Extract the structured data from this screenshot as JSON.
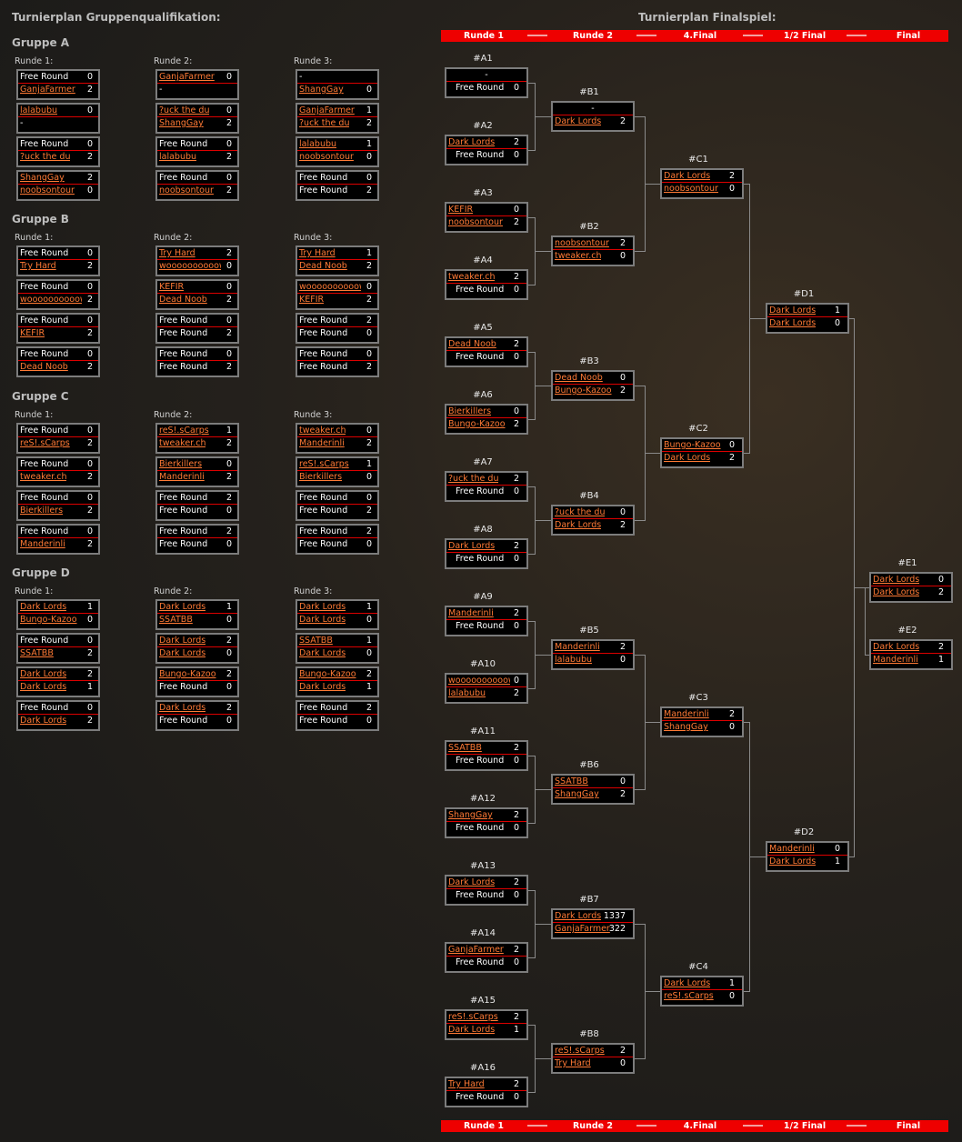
{
  "group_title": "Turnierplan Gruppenqualifikation:",
  "final_title": "Turnierplan Finalspiel:",
  "round_labels": [
    "Runde 1:",
    "Runde 2:",
    "Runde 3:"
  ],
  "stage_bar": [
    "Runde 1",
    "Runde 2",
    "4.Final",
    "1/2 Final",
    "Final"
  ],
  "groups": [
    {
      "name": "Gruppe A",
      "rounds": [
        [
          [
            [
              "Free Round",
              "0"
            ],
            [
              "GanjaFarmer",
              "2"
            ]
          ],
          [
            [
              "lalabubu",
              "0"
            ],
            [
              "-",
              ""
            ]
          ],
          [
            [
              "Free Round",
              "0"
            ],
            [
              "?uck the du",
              "2"
            ]
          ],
          [
            [
              "ShangGay",
              "2"
            ],
            [
              "noobsontour",
              "0"
            ]
          ]
        ],
        [
          [
            [
              "GanjaFarmer",
              "0"
            ],
            [
              "-",
              ""
            ]
          ],
          [
            [
              "?uck the du",
              "0"
            ],
            [
              "ShangGay",
              "2"
            ]
          ],
          [
            [
              "Free Round",
              "0"
            ],
            [
              "lalabubu",
              "2"
            ]
          ],
          [
            [
              "Free Round",
              "0"
            ],
            [
              "noobsontour",
              "2"
            ]
          ]
        ],
        [
          [
            [
              "-",
              ""
            ],
            [
              "ShangGay",
              "0"
            ]
          ],
          [
            [
              "GanjaFarmer",
              "1"
            ],
            [
              "?uck the du",
              "2"
            ]
          ],
          [
            [
              "lalabubu",
              "1"
            ],
            [
              "noobsontour",
              "0"
            ]
          ],
          [
            [
              "Free Round",
              "0"
            ],
            [
              "Free Round",
              "2"
            ]
          ]
        ]
      ]
    },
    {
      "name": "Gruppe B",
      "rounds": [
        [
          [
            [
              "Free Round",
              "0"
            ],
            [
              "Try Hard",
              "2"
            ]
          ],
          [
            [
              "Free Round",
              "0"
            ],
            [
              "woooooooooow",
              "2"
            ]
          ],
          [
            [
              "Free Round",
              "0"
            ],
            [
              "KEFIR",
              "2"
            ]
          ],
          [
            [
              "Free Round",
              "0"
            ],
            [
              "Dead Noob",
              "2"
            ]
          ]
        ],
        [
          [
            [
              "Try Hard",
              "2"
            ],
            [
              "woooooooooow",
              "0"
            ]
          ],
          [
            [
              "KEFIR",
              "0"
            ],
            [
              "Dead Noob",
              "2"
            ]
          ],
          [
            [
              "Free Round",
              "0"
            ],
            [
              "Free Round",
              "2"
            ]
          ],
          [
            [
              "Free Round",
              "0"
            ],
            [
              "Free Round",
              "2"
            ]
          ]
        ],
        [
          [
            [
              "Try Hard",
              "1"
            ],
            [
              "Dead Noob",
              "2"
            ]
          ],
          [
            [
              "woooooooooow",
              "0"
            ],
            [
              "KEFIR",
              "2"
            ]
          ],
          [
            [
              "Free Round",
              "2"
            ],
            [
              "Free Round",
              "0"
            ]
          ],
          [
            [
              "Free Round",
              "0"
            ],
            [
              "Free Round",
              "2"
            ]
          ]
        ]
      ]
    },
    {
      "name": "Gruppe C",
      "rounds": [
        [
          [
            [
              "Free Round",
              "0"
            ],
            [
              "reS!.sCarps",
              "2"
            ]
          ],
          [
            [
              "Free Round",
              "0"
            ],
            [
              "tweaker.ch",
              "2"
            ]
          ],
          [
            [
              "Free Round",
              "0"
            ],
            [
              "Bierkillers",
              "2"
            ]
          ],
          [
            [
              "Free Round",
              "0"
            ],
            [
              "Manderinli",
              "2"
            ]
          ]
        ],
        [
          [
            [
              "reS!.sCarps",
              "1"
            ],
            [
              "tweaker.ch",
              "2"
            ]
          ],
          [
            [
              "Bierkillers",
              "0"
            ],
            [
              "Manderinli",
              "2"
            ]
          ],
          [
            [
              "Free Round",
              "2"
            ],
            [
              "Free Round",
              "0"
            ]
          ],
          [
            [
              "Free Round",
              "2"
            ],
            [
              "Free Round",
              "0"
            ]
          ]
        ],
        [
          [
            [
              "tweaker.ch",
              "0"
            ],
            [
              "Manderinli",
              "2"
            ]
          ],
          [
            [
              "reS!.sCarps",
              "1"
            ],
            [
              "Bierkillers",
              "0"
            ]
          ],
          [
            [
              "Free Round",
              "0"
            ],
            [
              "Free Round",
              "2"
            ]
          ],
          [
            [
              "Free Round",
              "2"
            ],
            [
              "Free Round",
              "0"
            ]
          ]
        ]
      ]
    },
    {
      "name": "Gruppe D",
      "rounds": [
        [
          [
            [
              "Dark Lords",
              "1"
            ],
            [
              "Bungo-Kazoo",
              "0"
            ]
          ],
          [
            [
              "Free Round",
              "0"
            ],
            [
              "SSATBB",
              "2"
            ]
          ],
          [
            [
              "Dark Lords",
              "2"
            ],
            [
              "Dark Lords",
              "1"
            ]
          ],
          [
            [
              "Free Round",
              "0"
            ],
            [
              "Dark Lords",
              "2"
            ]
          ]
        ],
        [
          [
            [
              "Dark Lords",
              "1"
            ],
            [
              "SSATBB",
              "0"
            ]
          ],
          [
            [
              "Dark Lords",
              "2"
            ],
            [
              "Dark Lords",
              "0"
            ]
          ],
          [
            [
              "Bungo-Kazoo",
              "2"
            ],
            [
              "Free Round",
              "0"
            ]
          ],
          [
            [
              "Dark Lords",
              "2"
            ],
            [
              "Free Round",
              "0"
            ]
          ]
        ],
        [
          [
            [
              "Dark Lords",
              "1"
            ],
            [
              "Dark Lords",
              "0"
            ]
          ],
          [
            [
              "SSATBB",
              "1"
            ],
            [
              "Dark Lords",
              "0"
            ]
          ],
          [
            [
              "Bungo-Kazoo",
              "2"
            ],
            [
              "Dark Lords",
              "1"
            ]
          ],
          [
            [
              "Free Round",
              "2"
            ],
            [
              "Free Round",
              "0"
            ]
          ]
        ]
      ]
    }
  ],
  "finals": {
    "A": [
      {
        "id": "#A1",
        "teams": [
          [
            "-",
            ""
          ],
          [
            "Free Round",
            "0"
          ]
        ]
      },
      {
        "id": "#A2",
        "teams": [
          [
            "Dark Lords",
            "2"
          ],
          [
            "Free Round",
            "0"
          ]
        ]
      },
      {
        "id": "#A3",
        "teams": [
          [
            "KEFIR",
            "0"
          ],
          [
            "noobsontour",
            "2"
          ]
        ]
      },
      {
        "id": "#A4",
        "teams": [
          [
            "tweaker.ch",
            "2"
          ],
          [
            "Free Round",
            "0"
          ]
        ]
      },
      {
        "id": "#A5",
        "teams": [
          [
            "Dead Noob",
            "2"
          ],
          [
            "Free Round",
            "0"
          ]
        ]
      },
      {
        "id": "#A6",
        "teams": [
          [
            "Bierkillers",
            "0"
          ],
          [
            "Bungo-Kazoo",
            "2"
          ]
        ]
      },
      {
        "id": "#A7",
        "teams": [
          [
            "?uck the du",
            "2"
          ],
          [
            "Free Round",
            "0"
          ]
        ]
      },
      {
        "id": "#A8",
        "teams": [
          [
            "Dark Lords",
            "2"
          ],
          [
            "Free Round",
            "0"
          ]
        ]
      },
      {
        "id": "#A9",
        "teams": [
          [
            "Manderinli",
            "2"
          ],
          [
            "Free Round",
            "0"
          ]
        ]
      },
      {
        "id": "#A10",
        "teams": [
          [
            "woooooooooow",
            "0"
          ],
          [
            "lalabubu",
            "2"
          ]
        ]
      },
      {
        "id": "#A11",
        "teams": [
          [
            "SSATBB",
            "2"
          ],
          [
            "Free Round",
            "0"
          ]
        ]
      },
      {
        "id": "#A12",
        "teams": [
          [
            "ShangGay",
            "2"
          ],
          [
            "Free Round",
            "0"
          ]
        ]
      },
      {
        "id": "#A13",
        "teams": [
          [
            "Dark Lords",
            "2"
          ],
          [
            "Free Round",
            "0"
          ]
        ]
      },
      {
        "id": "#A14",
        "teams": [
          [
            "GanjaFarmer",
            "2"
          ],
          [
            "Free Round",
            "0"
          ]
        ]
      },
      {
        "id": "#A15",
        "teams": [
          [
            "reS!.sCarps",
            "2"
          ],
          [
            "Dark Lords",
            "1"
          ]
        ]
      },
      {
        "id": "#A16",
        "teams": [
          [
            "Try Hard",
            "2"
          ],
          [
            "Free Round",
            "0"
          ]
        ]
      }
    ],
    "B": [
      {
        "id": "#B1",
        "teams": [
          [
            "-",
            ""
          ],
          [
            "Dark Lords",
            "2"
          ]
        ]
      },
      {
        "id": "#B2",
        "teams": [
          [
            "noobsontour",
            "2"
          ],
          [
            "tweaker.ch",
            "0"
          ]
        ]
      },
      {
        "id": "#B3",
        "teams": [
          [
            "Dead Noob",
            "0"
          ],
          [
            "Bungo-Kazoo",
            "2"
          ]
        ]
      },
      {
        "id": "#B4",
        "teams": [
          [
            "?uck the du",
            "0"
          ],
          [
            "Dark Lords",
            "2"
          ]
        ]
      },
      {
        "id": "#B5",
        "teams": [
          [
            "Manderinli",
            "2"
          ],
          [
            "lalabubu",
            "0"
          ]
        ]
      },
      {
        "id": "#B6",
        "teams": [
          [
            "SSATBB",
            "0"
          ],
          [
            "ShangGay",
            "2"
          ]
        ]
      },
      {
        "id": "#B7",
        "teams": [
          [
            "Dark Lords",
            "1337"
          ],
          [
            "GanjaFarmer",
            "322"
          ]
        ]
      },
      {
        "id": "#B8",
        "teams": [
          [
            "reS!.sCarps",
            "2"
          ],
          [
            "Try Hard",
            "0"
          ]
        ]
      }
    ],
    "C": [
      {
        "id": "#C1",
        "teams": [
          [
            "Dark Lords",
            "2"
          ],
          [
            "noobsontour",
            "0"
          ]
        ]
      },
      {
        "id": "#C2",
        "teams": [
          [
            "Bungo-Kazoo",
            "0"
          ],
          [
            "Dark Lords",
            "2"
          ]
        ]
      },
      {
        "id": "#C3",
        "teams": [
          [
            "Manderinli",
            "2"
          ],
          [
            "ShangGay",
            "0"
          ]
        ]
      },
      {
        "id": "#C4",
        "teams": [
          [
            "Dark Lords",
            "1"
          ],
          [
            "reS!.sCarps",
            "0"
          ]
        ]
      }
    ],
    "D": [
      {
        "id": "#D1",
        "teams": [
          [
            "Dark Lords",
            "1"
          ],
          [
            "Dark Lords",
            "0"
          ]
        ]
      },
      {
        "id": "#D2",
        "teams": [
          [
            "Manderinli",
            "0"
          ],
          [
            "Dark Lords",
            "1"
          ]
        ]
      }
    ],
    "E": [
      {
        "id": "#E1",
        "teams": [
          [
            "Dark Lords",
            "0"
          ],
          [
            "Dark Lords",
            "2"
          ]
        ]
      },
      {
        "id": "#E2",
        "teams": [
          [
            "Dark Lords",
            "2"
          ],
          [
            "Manderinli",
            "1"
          ]
        ]
      }
    ]
  }
}
